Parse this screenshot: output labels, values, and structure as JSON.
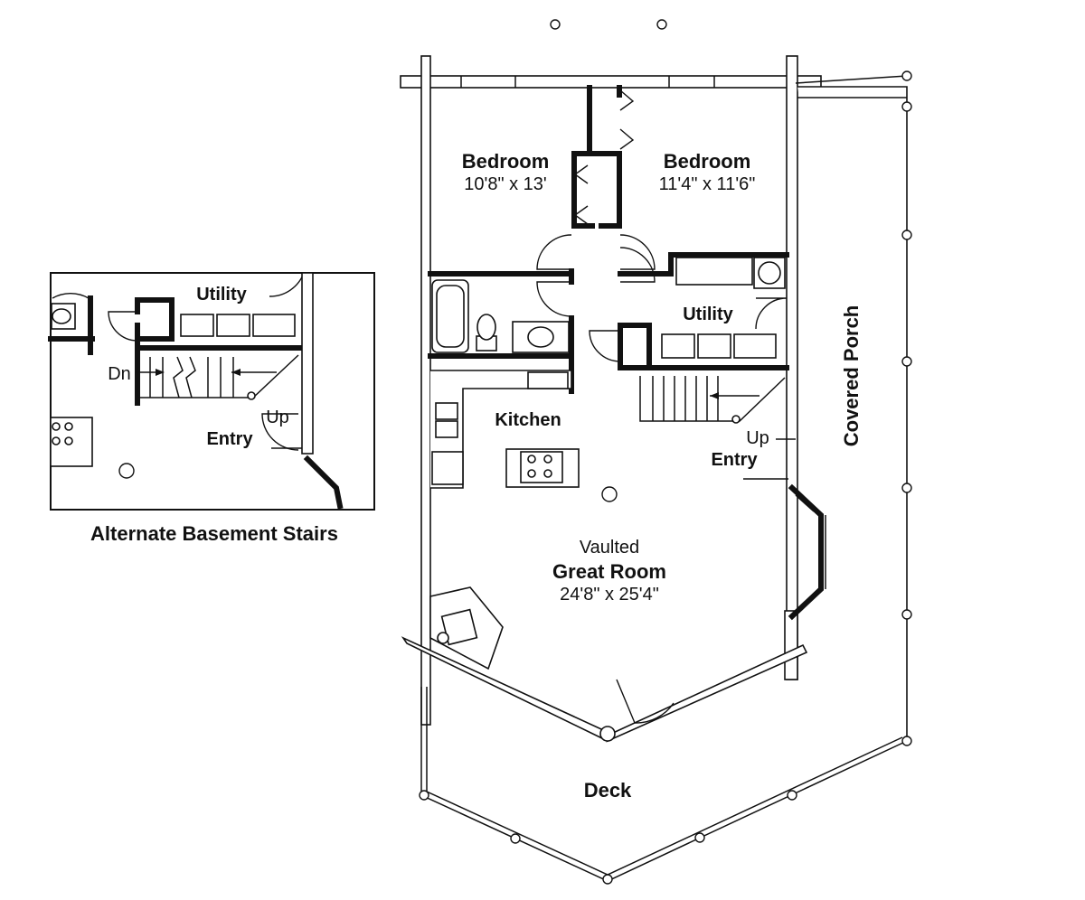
{
  "plan": {
    "rooms": {
      "bedroom_left": {
        "name": "Bedroom",
        "size": "10'8\" x 13'"
      },
      "bedroom_right": {
        "name": "Bedroom",
        "size": "11'4\" x 11'6\""
      },
      "utility": {
        "name": "Utility"
      },
      "kitchen": {
        "name": "Kitchen"
      },
      "entry": {
        "name": "Entry"
      },
      "stairs_up": {
        "label": "Up"
      },
      "great_room": {
        "prefix": "Vaulted",
        "name": "Great Room",
        "size": "24'8\" x 25'4\""
      },
      "covered_porch": {
        "name": "Covered Porch"
      },
      "deck": {
        "name": "Deck"
      }
    }
  },
  "inset": {
    "caption": "Alternate Basement Stairs",
    "utility": "Utility",
    "entry": "Entry",
    "stairs_down": "Dn",
    "stairs_up": "Up"
  },
  "colors": {
    "line": "#111111",
    "background": "#ffffff"
  }
}
